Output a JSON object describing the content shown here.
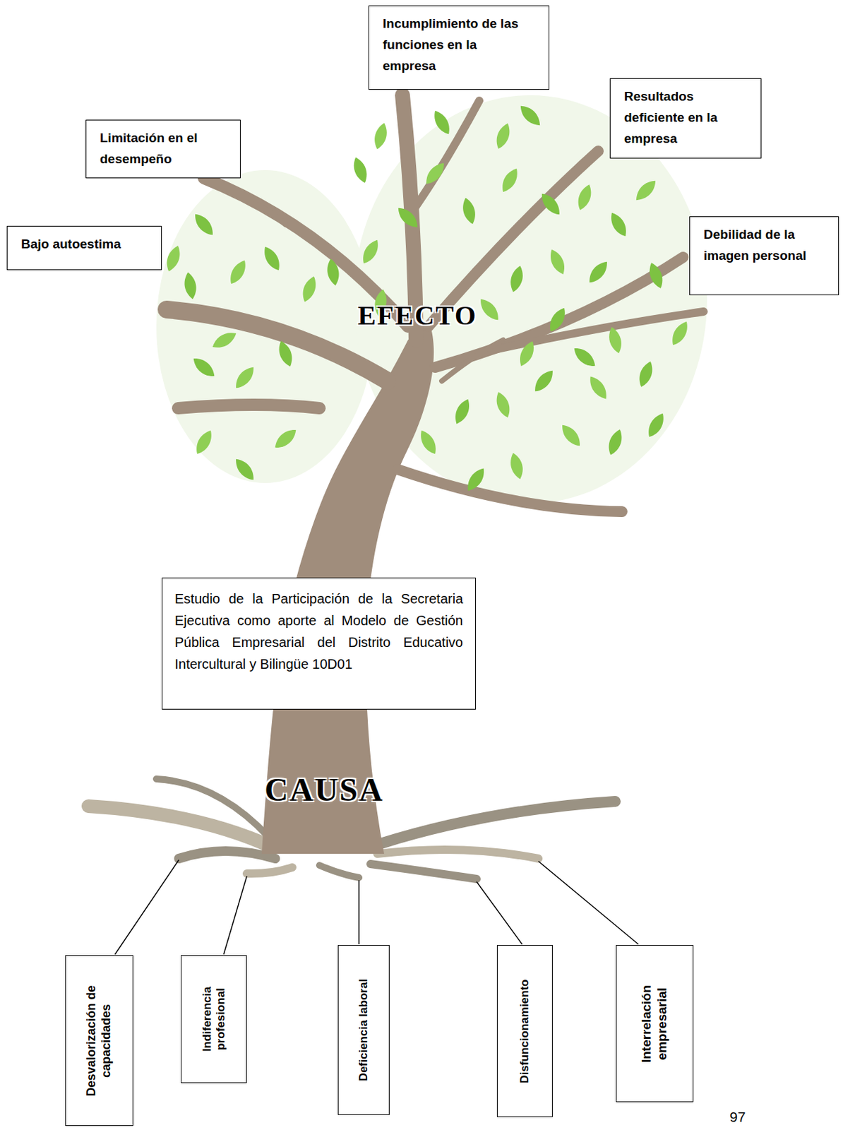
{
  "diagram": {
    "nodes": [
      {
        "text": [
          "Incumplimiento de las funciones en la empresa"
        ]
      },
      {
        "text": [
          "Resultados deficiente en la empresa"
        ]
      },
      {
        "text": [
          "Limitación en el desempeño"
        ]
      },
      {
        "text": [
          "Debilidad de la imagen personal"
        ]
      },
      {
        "text": [
          "Bajo autoestima"
        ]
      },
      {
        "text": [
          "Estudio de la Participación de la Secretaria Ejecutiva como aporte al Modelo de Gestión Pública Empresarial del Distrito Educativo Intercultural y Bilingüe 10D01"
        ]
      },
      {
        "text": [
          "Desvalorización de capacidades"
        ]
      },
      {
        "text": [
          "Indiferencia profesional"
        ]
      },
      {
        "text": [
          "Deficiencia laboral"
        ]
      },
      {
        "text": [
          "Disfuncionamiento"
        ]
      },
      {
        "text": [
          "Interrelación empresarial"
        ]
      }
    ],
    "labels": [
      "EFECTO",
      "CAUSA",
      "97"
    ]
  }
}
